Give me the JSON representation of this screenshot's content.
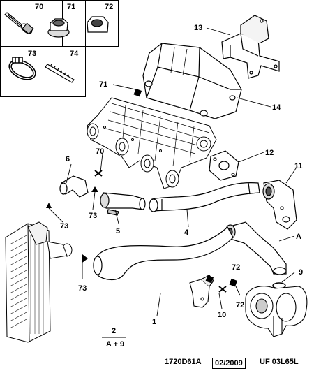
{
  "legend": {
    "cells": [
      {
        "num": "70",
        "icon": "bolt-with-washer-icon"
      },
      {
        "num": "71",
        "icon": "flange-nut-icon"
      },
      {
        "num": "72",
        "icon": "hex-nut-icon"
      },
      {
        "num": "73",
        "icon": "hose-clamp-icon"
      },
      {
        "num": "74",
        "icon": "stud-icon"
      }
    ]
  },
  "callouts": {
    "c13": "13",
    "c71": "71",
    "c14": "14",
    "c12": "12",
    "c11": "11",
    "c6": "6",
    "c70": "70",
    "c73a": "73",
    "c73b": "73",
    "c73c": "73",
    "c5": "5",
    "c4": "4",
    "cA": "A",
    "c72a": "72",
    "c72b": "72",
    "c9": "9",
    "c10": "10",
    "c1": "1"
  },
  "note": {
    "top": "2",
    "bottom": "A + 9"
  },
  "footer": {
    "ref": "1720D61A",
    "date": "02/2009",
    "code": "UF 03L65L"
  }
}
